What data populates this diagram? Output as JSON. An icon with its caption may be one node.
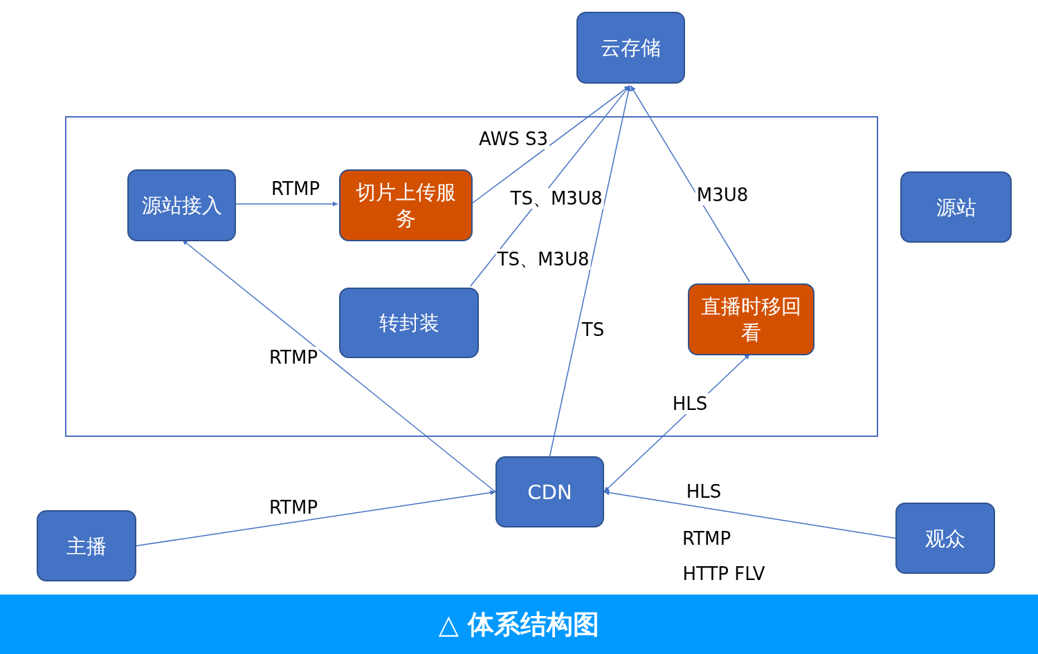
{
  "diagram": {
    "caption": "△ 体系结构图",
    "nodes": [
      {
        "text": [
          "云存储"
        ]
      },
      {
        "text": [],
        "shape": "box"
      },
      {
        "text": [
          "源站接入"
        ],
        "in": 1
      },
      {
        "text": [
          "切片上传服务"
        ],
        "in": 1
      },
      {
        "text": [
          "转封装"
        ],
        "in": 1
      },
      {
        "text": [
          "直播时移回看"
        ],
        "in": 1
      },
      {
        "text": [
          "源站"
        ]
      },
      {
        "text": [
          "CDN"
        ]
      },
      {
        "text": [
          "主播"
        ]
      },
      {
        "text": [
          "观众"
        ]
      }
    ],
    "edges": [
      {
        "from": 2,
        "to": 3,
        "arrow": "to",
        "label": "RTMP"
      },
      {
        "from": 3,
        "to": 0,
        "arrow": "to",
        "label": "AWS S3"
      },
      {
        "from": 4,
        "to": 0,
        "arrow": "to",
        "label": "TS、M3U8"
      },
      {
        "from": 7,
        "to": 0,
        "arrow": "to",
        "label": "TS"
      },
      {
        "from": 5,
        "to": 0,
        "arrow": "to",
        "label": "M3U8"
      },
      {
        "from": 7,
        "to": 2,
        "arrow": "to",
        "label": "RTMP"
      },
      {
        "from": 8,
        "to": 7,
        "arrow": "to",
        "label": "RTMP"
      },
      {
        "from": 7,
        "to": 5,
        "arrow": "both",
        "label": "HLS"
      },
      {
        "from": 9,
        "to": 7,
        "arrow": "to",
        "label": "HLS"
      }
    ],
    "labels": [
      "TS、M3U8",
      "RTMP",
      "HTTP FLV"
    ]
  }
}
